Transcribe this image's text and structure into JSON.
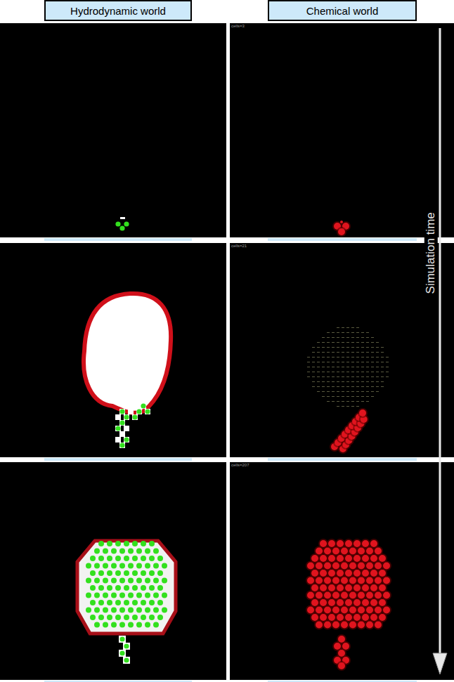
{
  "diagram": {
    "nodes": [
      {
        "text": [
          "Hydrodynamic world"
        ]
      },
      {
        "text": [
          "Chemical world"
        ]
      }
    ],
    "labels": [
      "Simulation time",
      "cells=3",
      "cells=21",
      "cells=207"
    ]
  }
}
